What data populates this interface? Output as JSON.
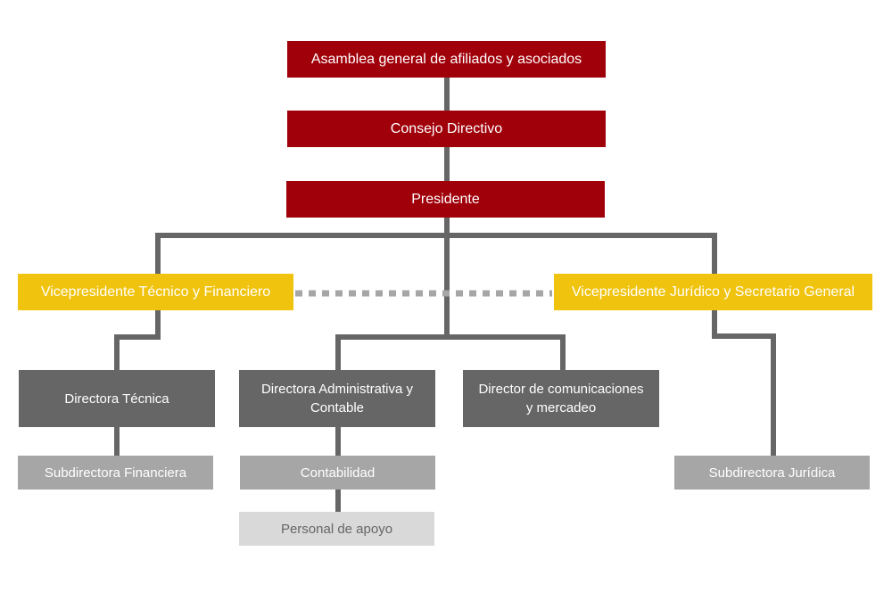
{
  "org_chart": {
    "nodes": {
      "asamblea": "Asamblea general de afiliados y asociados",
      "consejo": "Consejo Directivo",
      "presidente": "Presidente",
      "vp_tecnico": "Vicepresidente Técnico y Financiero",
      "vp_juridico": "Vicepresidente Jurídico y Secretario General",
      "dir_tecnica": "Directora Técnica",
      "dir_admin": "Directora Administrativa y Contable",
      "dir_comunicaciones": "Director de comunicaciones y mercadeo",
      "subdir_financiera": "Subdirectora Financiera",
      "contabilidad": "Contabilidad",
      "personal_apoyo": "Personal de apoyo",
      "subdir_juridica": "Subdirectora Jurídica"
    },
    "colors": {
      "level_1": "#a0000a",
      "level_2": "#f0c30f",
      "level_3": "#666666",
      "level_4": "#a6a6a6",
      "level_5": "#d9d9d9",
      "connector": "#666666",
      "dotted_connector": "#a6a6a6"
    }
  }
}
